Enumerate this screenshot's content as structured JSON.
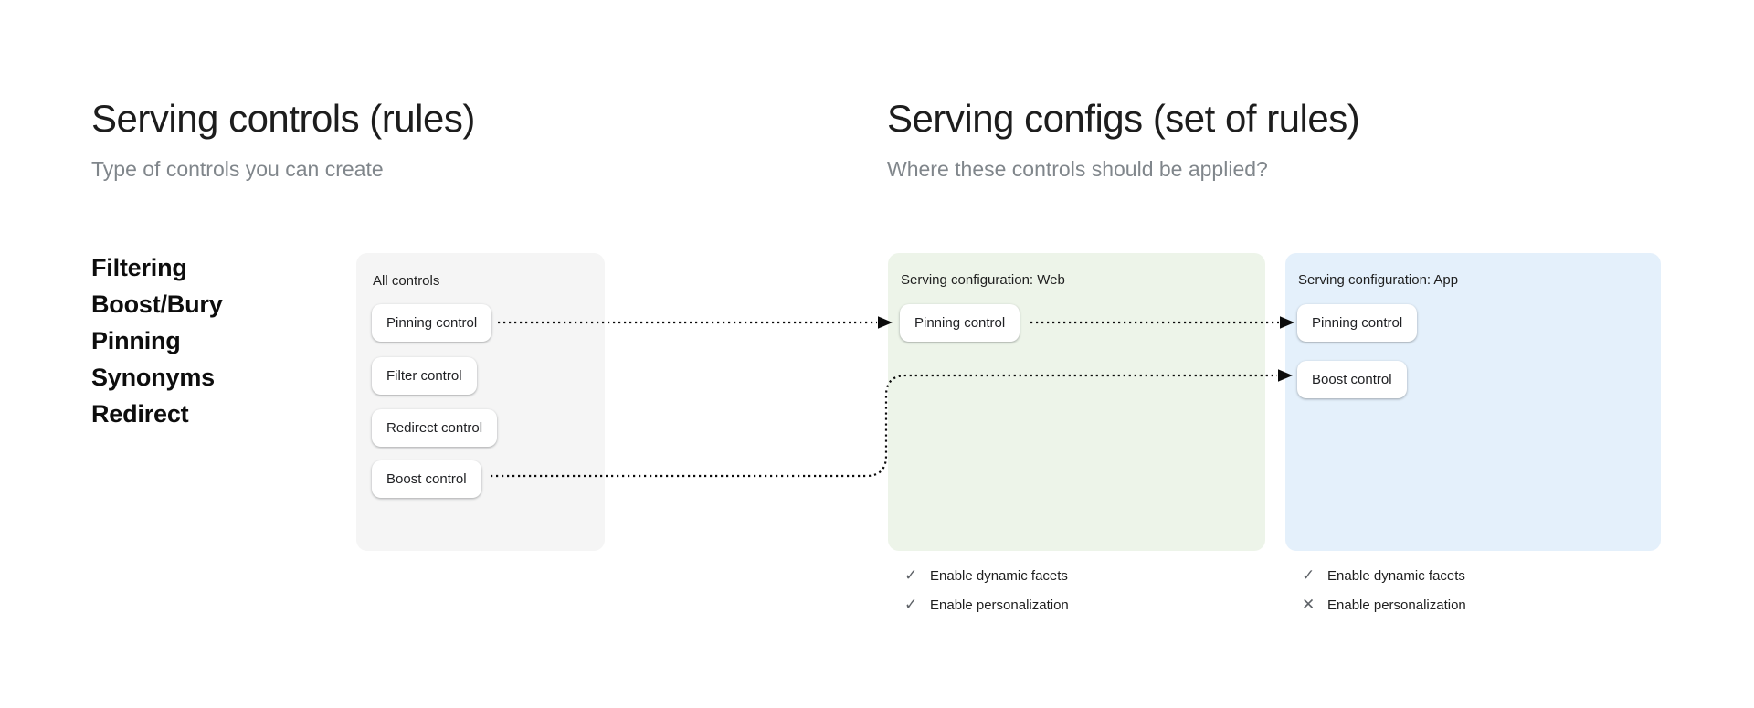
{
  "left_section": {
    "title": "Serving controls (rules)",
    "subtitle": "Type of controls you can create",
    "control_types": [
      "Filtering",
      "Boost/Bury",
      "Pinning",
      "Synonyms",
      "Redirect"
    ]
  },
  "right_section": {
    "title": "Serving configs (set of rules)",
    "subtitle": "Where these controls should be applied?"
  },
  "all_controls_card": {
    "title": "All controls",
    "controls": [
      "Pinning control",
      "Filter control",
      "Redirect control",
      "Boost control"
    ]
  },
  "web_config_card": {
    "title": "Serving configuration: Web",
    "controls": [
      "Pinning control"
    ],
    "features": [
      {
        "label": "Enable dynamic facets",
        "enabled": true
      },
      {
        "label": "Enable personalization",
        "enabled": true
      }
    ]
  },
  "app_config_card": {
    "title": "Serving configuration: App",
    "controls": [
      "Pinning control",
      "Boost control"
    ],
    "features": [
      {
        "label": "Enable dynamic facets",
        "enabled": true
      },
      {
        "label": "Enable personalization",
        "enabled": false
      }
    ]
  },
  "icons": {
    "check": "✓",
    "cross": "✕"
  },
  "colors": {
    "card_gray": "#f5f5f5",
    "card_green": "#edf4e9",
    "card_blue": "#e4f0fb",
    "arrow": "#0b0b0b",
    "icon_gray": "#5f6368"
  }
}
